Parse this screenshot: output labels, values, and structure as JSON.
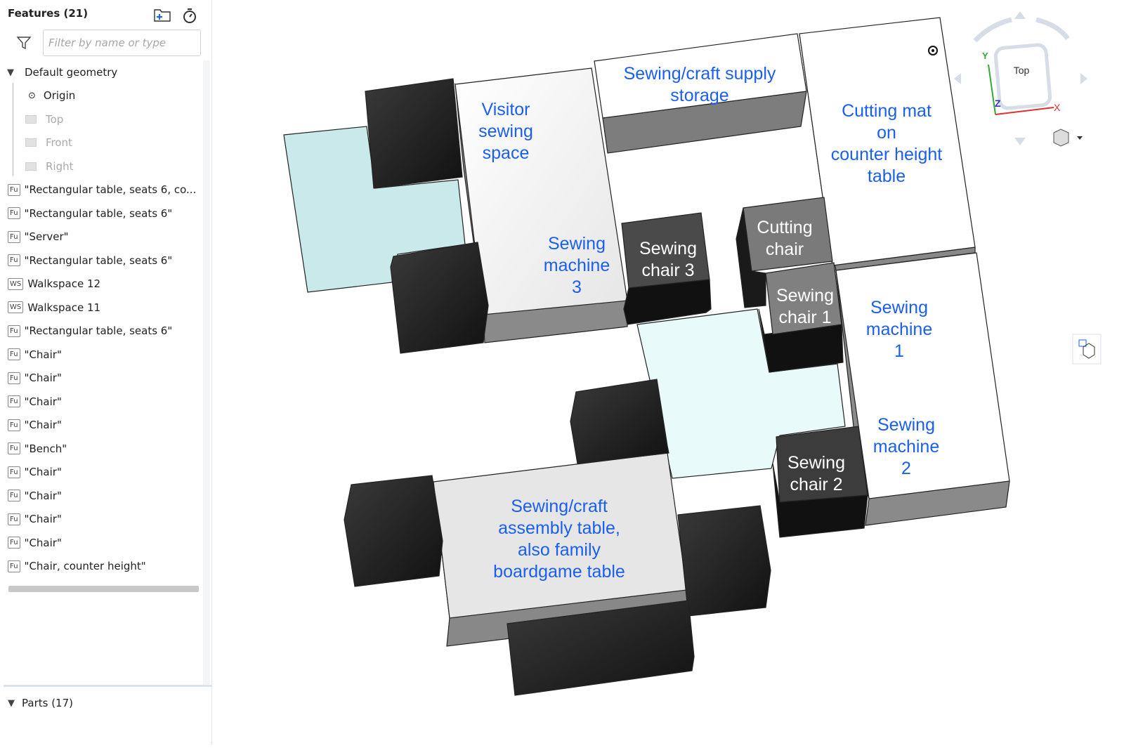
{
  "sidebar": {
    "title": "Features (21)",
    "filter_placeholder": "Filter by name or type",
    "default_geometry": "Default geometry",
    "geometry": [
      "Origin",
      "Top",
      "Front",
      "Right"
    ],
    "features": [
      {
        "type": "Fu",
        "name": "\"Rectangular table, seats 6, co..."
      },
      {
        "type": "Fu",
        "name": "\"Rectangular table, seats 6\""
      },
      {
        "type": "Fu",
        "name": "\"Server\""
      },
      {
        "type": "Fu",
        "name": "\"Rectangular table, seats 6\""
      },
      {
        "type": "WS",
        "name": "Walkspace 12"
      },
      {
        "type": "WS",
        "name": "Walkspace 11"
      },
      {
        "type": "Fu",
        "name": "\"Rectangular table, seats 6\""
      },
      {
        "type": "Fu",
        "name": "\"Chair\""
      },
      {
        "type": "Fu",
        "name": "\"Chair\""
      },
      {
        "type": "Fu",
        "name": "\"Chair\""
      },
      {
        "type": "Fu",
        "name": "\"Chair\""
      },
      {
        "type": "Fu",
        "name": "\"Bench\""
      },
      {
        "type": "Fu",
        "name": "\"Chair\""
      },
      {
        "type": "Fu",
        "name": "\"Chair\""
      },
      {
        "type": "Fu",
        "name": "\"Chair\""
      },
      {
        "type": "Fu",
        "name": "\"Chair\""
      },
      {
        "type": "Fu",
        "name": "\"Chair, counter height\""
      }
    ],
    "parts": "Parts (17)"
  },
  "viewcube": {
    "face": "Top",
    "x": "X",
    "y": "Y",
    "z": "Z"
  },
  "labels": {
    "visitor": [
      "Visitor",
      "sewing",
      "space"
    ],
    "supply": [
      "Sewing/craft supply",
      "storage"
    ],
    "cutting_mat": [
      "Cutting mat",
      "on",
      "counter height",
      "table"
    ],
    "sm3": [
      "Sewing",
      "machine",
      "3"
    ],
    "sc3": [
      "Sewing",
      "chair 3"
    ],
    "cutting_chair": [
      "Cutting",
      "chair"
    ],
    "sc1": [
      "Sewing",
      "chair 1"
    ],
    "sm1": [
      "Sewing",
      "machine",
      "1"
    ],
    "sm2": [
      "Sewing",
      "machine",
      "2"
    ],
    "sc2": [
      "Sewing",
      "chair 2"
    ],
    "assembly": [
      "Sewing/craft",
      "assembly table,",
      "also family",
      "boardgame table"
    ]
  },
  "colors": {
    "label": "#1a5ff0",
    "floor": "#c9e9ea"
  }
}
